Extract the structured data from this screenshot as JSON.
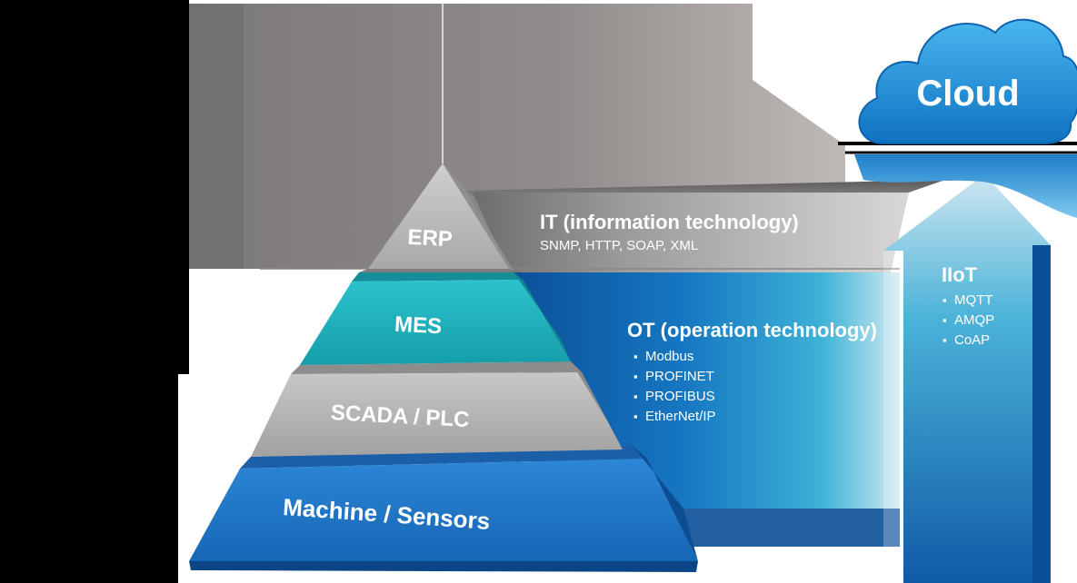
{
  "pyramid": {
    "levels": [
      {
        "label": "ERP"
      },
      {
        "label": "MES"
      },
      {
        "label": "SCADA / PLC"
      },
      {
        "label": "Machine / Sensors"
      }
    ]
  },
  "it": {
    "title": "IT (information technology)",
    "protocols": "SNMP, HTTP, SOAP, XML"
  },
  "ot": {
    "title": "OT (operation technology)",
    "bullet": "▪",
    "protocols": [
      "Modbus",
      "PROFINET",
      "PROFIBUS",
      "EtherNet/IP"
    ]
  },
  "iiot": {
    "title": "IIoT",
    "bullet": "▪",
    "protocols": [
      "MQTT",
      "AMQP",
      "CoAP"
    ]
  },
  "cloud": {
    "label": "Cloud",
    "icon": "cloud-icon"
  },
  "colors": {
    "it_band": "#9a9797",
    "ot_band": "#1368b4",
    "teal": "#25b5c0",
    "machine_blue": "#2177c9",
    "gray_level": "#b6b6b7",
    "cloud": "#1f8dd4",
    "text_light": "#ffffff"
  }
}
